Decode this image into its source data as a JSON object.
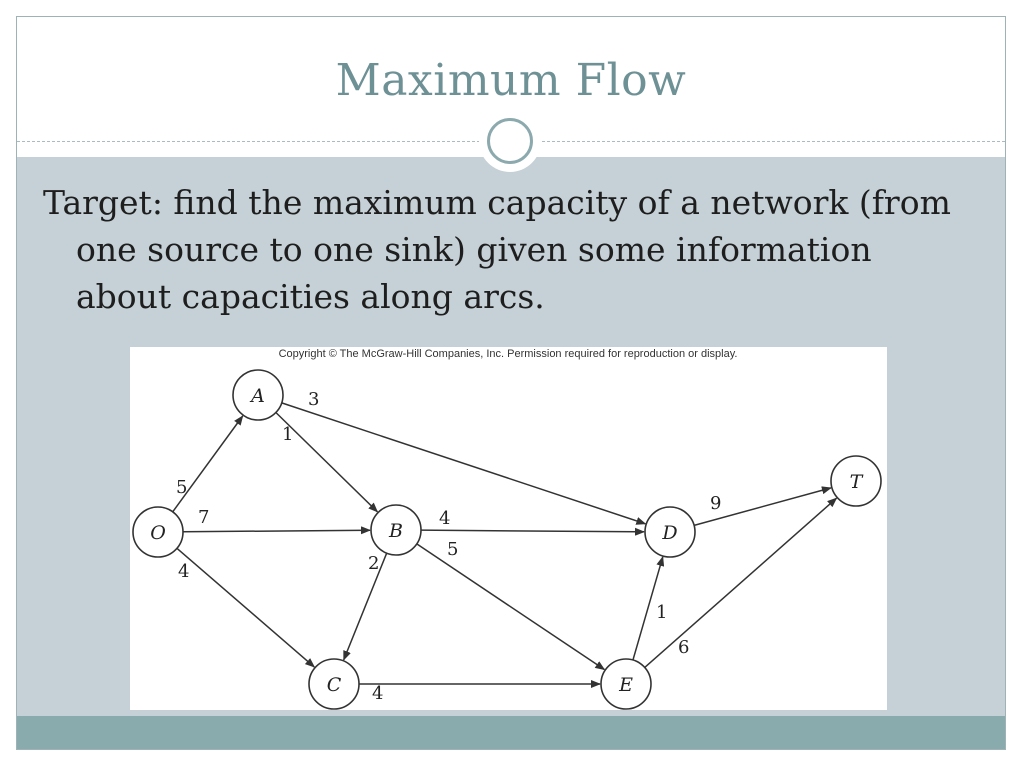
{
  "slide": {
    "title": "Maximum Flow",
    "bullet_lines": [
      "Target: find the maximum capacity of a network (from",
      "one source to one sink) given some information",
      "about capacities along arcs."
    ]
  },
  "figure": {
    "copyright": "Copyright © The McGraw-Hill Companies, Inc. Permission required for reproduction or display.",
    "nodes": [
      {
        "id": "O",
        "label": "O"
      },
      {
        "id": "A",
        "label": "A"
      },
      {
        "id": "B",
        "label": "B"
      },
      {
        "id": "C",
        "label": "C"
      },
      {
        "id": "D",
        "label": "D"
      },
      {
        "id": "E",
        "label": "E"
      },
      {
        "id": "T",
        "label": "T"
      }
    ],
    "arcs": [
      {
        "from": "O",
        "to": "A",
        "capacity": "5"
      },
      {
        "from": "O",
        "to": "B",
        "capacity": "7"
      },
      {
        "from": "O",
        "to": "C",
        "capacity": "4"
      },
      {
        "from": "A",
        "to": "B",
        "capacity": "1"
      },
      {
        "from": "A",
        "to": "D",
        "capacity": "3"
      },
      {
        "from": "B",
        "to": "C",
        "capacity": "2"
      },
      {
        "from": "B",
        "to": "D",
        "capacity": "4"
      },
      {
        "from": "B",
        "to": "E",
        "capacity": "5"
      },
      {
        "from": "C",
        "to": "E",
        "capacity": "4"
      },
      {
        "from": "E",
        "to": "D",
        "capacity": "1"
      },
      {
        "from": "D",
        "to": "T",
        "capacity": "9"
      },
      {
        "from": "E",
        "to": "T",
        "capacity": "6"
      }
    ]
  },
  "colors": {
    "title": "#6e9196",
    "body_background": "#c5d1d6",
    "footer": "#8aabad",
    "text": "#1e1e1e"
  }
}
